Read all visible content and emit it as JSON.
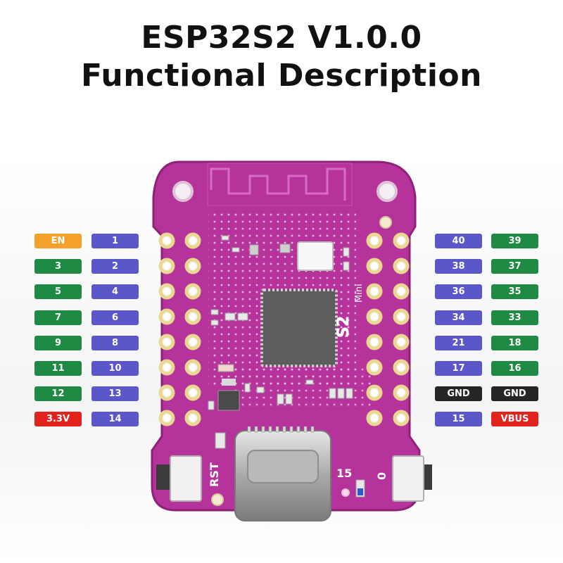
{
  "title_line1": "ESP32S2 V1.0.0",
  "title_line2": "Functional Description",
  "board": {
    "model_text": "S2",
    "model_sub": "Mini",
    "reset_label": "RST",
    "pin15_label": "15",
    "pin0_label": "0"
  },
  "left_pins": [
    {
      "outer": "EN",
      "inner": "1"
    },
    {
      "outer": "3",
      "inner": "2"
    },
    {
      "outer": "5",
      "inner": "4"
    },
    {
      "outer": "7",
      "inner": "6"
    },
    {
      "outer": "9",
      "inner": "8"
    },
    {
      "outer": "11",
      "inner": "10"
    },
    {
      "outer": "12",
      "inner": "13"
    },
    {
      "outer": "3.3V",
      "inner": "14"
    }
  ],
  "right_pins": [
    {
      "inner": "40",
      "outer": "39"
    },
    {
      "inner": "38",
      "outer": "37"
    },
    {
      "inner": "36",
      "outer": "35"
    },
    {
      "inner": "34",
      "outer": "33"
    },
    {
      "inner": "21",
      "outer": "18"
    },
    {
      "inner": "17",
      "outer": "16"
    },
    {
      "inner": "GND",
      "outer": "GND"
    },
    {
      "inner": "15",
      "outer": "VBUS"
    }
  ],
  "colors": {
    "pcb": "#b7339c",
    "pin_label": "#5b57c9",
    "gpio_label": "#1f8a43",
    "enable_label": "#f4a12b",
    "power_label": "#e2221d",
    "ground_label": "#252525"
  }
}
